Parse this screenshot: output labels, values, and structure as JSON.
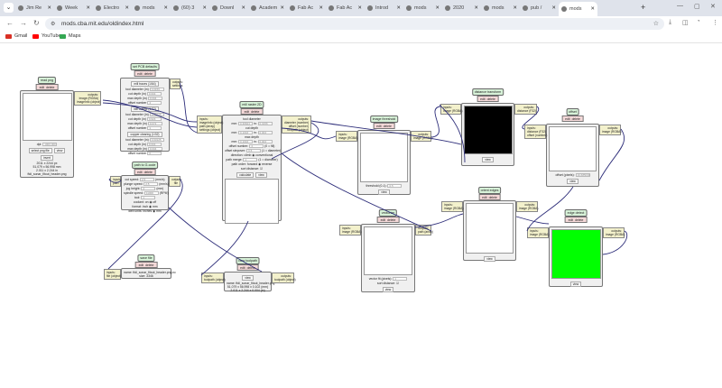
{
  "browser": {
    "tabs": [
      {
        "label": "Jim Re"
      },
      {
        "label": "Week"
      },
      {
        "label": "Electro"
      },
      {
        "label": "mods"
      },
      {
        "label": "(60) 3"
      },
      {
        "label": "Downl"
      },
      {
        "label": "Academ"
      },
      {
        "label": "Fab Ac"
      },
      {
        "label": "Fab Ac"
      },
      {
        "label": "Introd"
      },
      {
        "label": "mods"
      },
      {
        "label": "2020"
      },
      {
        "label": "mods"
      },
      {
        "label": "pub /"
      },
      {
        "label": "mods",
        "active": true
      }
    ],
    "url": "mods.cba.mit.edu/oldindex.html",
    "bookmarks": [
      {
        "label": "Gmail",
        "color": "#d93025"
      },
      {
        "label": "YouTube",
        "color": "#ff0000"
      },
      {
        "label": "Maps",
        "color": "#34a853"
      }
    ]
  },
  "common": {
    "edit": "edit",
    "delete": "delete",
    "inputs": "inputs:",
    "outputs": "outputs:"
  },
  "modules": [
    {
      "id": "read-png",
      "title": "read png",
      "outputs": [
        "image (RGBA)",
        "imageInfo (object)"
      ],
      "display": "white",
      "buttons": [
        "select png file",
        "view",
        "invert"
      ],
      "rows": [
        {
          "label": "dpi:",
          "value": "1000.000",
          "unit": ""
        }
      ],
      "lines": [
        "2011 x 2244 px",
        "51.079 x 56.998 mm",
        "2.011 x 2.244 in",
        "ftdi_sonar_fitout_header.png"
      ]
    },
    {
      "id": "set-pcb-defaults",
      "title": "set PCB defaults",
      "outputs": [
        "settings"
      ],
      "sections": [
        {
          "button": "mill traces (1/64)",
          "rows": [
            {
              "label": "tool diameter (in)",
              "value": "0.0156"
            },
            {
              "label": "cut depth (in)",
              "value": "0.004"
            },
            {
              "label": "max depth (in)",
              "value": "0.004"
            },
            {
              "label": "offset number",
              "value": "4"
            }
          ]
        },
        {
          "button": "mill outline (1/32)",
          "rows": [
            {
              "label": "tool diameter (in)",
              "value": "0.03125"
            },
            {
              "label": "cut depth (in)",
              "value": "0.024"
            },
            {
              "label": "max depth (in)",
              "value": "0.072"
            },
            {
              "label": "offset number",
              "value": "1"
            }
          ]
        },
        {
          "button": "copper clearing (1/32)",
          "rows": [
            {
              "label": "tool diameter (in)",
              "value": "0.03125"
            },
            {
              "label": "cut depth (in)",
              "value": "0.004"
            },
            {
              "label": "max depth (in)",
              "value": "0.004"
            },
            {
              "label": "offset number",
              "value": "0"
            }
          ]
        }
      ]
    },
    {
      "id": "mill-raster-2d",
      "title": "mill raster 2D",
      "inputs": [
        "imageInfo (object)",
        "path (array)",
        "settings (object)"
      ],
      "outputs": [
        "diameter (number)",
        "offset (number)",
        "toolpath (object)"
      ],
      "rows": [
        {
          "label": "tool diameter"
        },
        {
          "label": "mm:",
          "value": "0.39624",
          "unit": "in:",
          "value2": "0.0156"
        },
        {
          "label": "cut depth"
        },
        {
          "label": "mm:",
          "value": "0.1016",
          "unit": "in:",
          "value2": "0.004"
        },
        {
          "label": "max depth"
        },
        {
          "label": "mm:",
          "value": "0.1016",
          "unit": "in:",
          "value2": "0.004"
        },
        {
          "label": "offset number:",
          "value": "4",
          "unit": "(0 = fill)"
        },
        {
          "label": "offset stepover:",
          "value": "0.5",
          "unit": "(1 = diameter)"
        },
        {
          "label": "direction: climb ◉ conventional"
        },
        {
          "label": "path merge:",
          "value": "1",
          "unit": "(1 = diameter)"
        },
        {
          "label": "path order: forward ◉ reverse"
        },
        {
          "label": "sort distance: ☑"
        }
      ],
      "buttons": [
        "calculate",
        "view"
      ],
      "display": "white"
    },
    {
      "id": "image-threshold",
      "title": "image threshold",
      "inputs": [
        "image (RGBA)"
      ],
      "outputs": [
        "image (RGBA)"
      ],
      "display": "white",
      "rows": [
        {
          "label": "threshold (0-1):",
          "value": "0.5"
        }
      ],
      "buttons": [
        "view"
      ]
    },
    {
      "id": "distance-transform",
      "title": "distance transform",
      "inputs": [
        "image (RGBA)"
      ],
      "outputs": [
        "distance (F32)"
      ],
      "display": "black",
      "buttons": [
        "view"
      ]
    },
    {
      "id": "offset",
      "title": "offset",
      "inputs": [
        "distance (F32)",
        "offset (number)"
      ],
      "outputs": [
        "image (RGBA)"
      ],
      "display": "white",
      "rows": [
        {
          "label": "offset (pixels):",
          "value": "19.685039"
        }
      ],
      "buttons": [
        "view"
      ]
    },
    {
      "id": "orient-edges",
      "title": "orient edges",
      "inputs": [
        "image (RGBA)"
      ],
      "outputs": [
        "image (RGBA)"
      ],
      "display": "white",
      "buttons": [
        "view"
      ]
    },
    {
      "id": "vectorize",
      "title": "vectorize",
      "inputs": [
        "image (RGBA)"
      ],
      "outputs": [
        "path (array)"
      ],
      "display": "white",
      "rows": [
        {
          "label": "vector fit (pixels):",
          "value": "1"
        },
        {
          "label": "sort distance: ☑"
        }
      ],
      "buttons": [
        "view"
      ]
    },
    {
      "id": "edge-detect",
      "title": "edge detect",
      "inputs": [
        "image (RGBA)"
      ],
      "outputs": [
        "image (RGBA)"
      ],
      "display": "green",
      "buttons": [
        "view"
      ]
    },
    {
      "id": "path-to-g-code",
      "title": "path to G-code",
      "inputs": [
        "path"
      ],
      "outputs": [
        "file"
      ],
      "rows": [
        {
          "label": "cut speed:",
          "value": "2.5",
          "unit": "(mm/s)"
        },
        {
          "label": "plunge speed:",
          "value": "2.5",
          "unit": "(mm/s)"
        },
        {
          "label": "jog height:",
          "value": "2",
          "unit": "(mm)"
        },
        {
          "label": "spindle speed:",
          "value": "11000",
          "unit": "(RPM)"
        },
        {
          "label": "tool:",
          "value": "1"
        },
        {
          "label": "coolant: on ◉ off"
        },
        {
          "label": "format: inch ◉ mm"
        },
        {
          "label": "web units: inches ◉ mm"
        }
      ]
    },
    {
      "id": "save-file",
      "title": "save file",
      "inputs": [
        "file (object)"
      ],
      "lines": [
        "name: ftdi_sonar_fitout_header.png.nc",
        "size: 3346"
      ]
    },
    {
      "id": "view-toolpath",
      "title": "view toolpath",
      "inputs": [
        "toolpath (object)"
      ],
      "outputs": [
        "toolpath (object)"
      ],
      "lines": [
        "name: ftdi_sonar_fitout_header.png",
        "51.079 x 56.998 x 0.102 (mm)",
        "2.011 x 2.244 x 0.004 (in)"
      ],
      "buttons": [
        "view"
      ]
    }
  ],
  "colors": {
    "wire": "#2e2e7a",
    "title_bg": "#d7f2d8",
    "edit_bg": "#f5d9d9",
    "io_bg": "#f3f1cc"
  }
}
